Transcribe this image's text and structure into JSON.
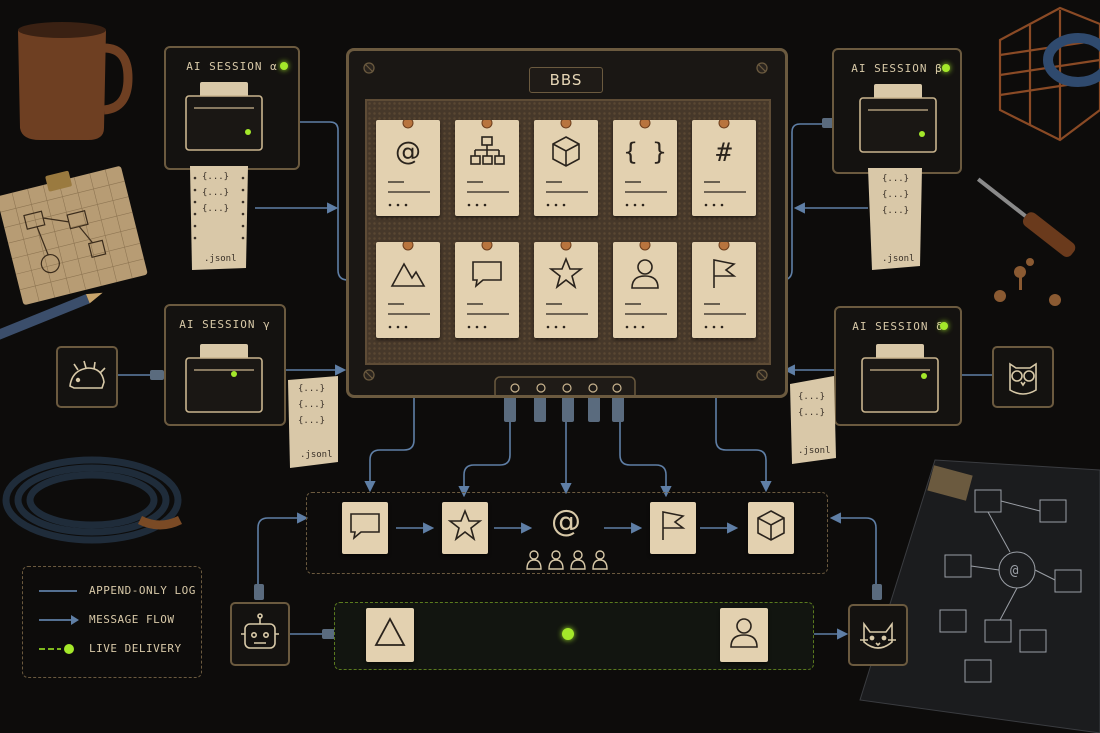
{
  "board": {
    "title": "BBS",
    "cards": [
      {
        "icon": "at-icon"
      },
      {
        "icon": "hierarchy-icon"
      },
      {
        "icon": "cube-icon"
      },
      {
        "icon": "braces-icon"
      },
      {
        "icon": "hash-icon"
      },
      {
        "icon": "mountain-icon"
      },
      {
        "icon": "speech-bubble-icon"
      },
      {
        "icon": "star-icon"
      },
      {
        "icon": "person-icon"
      },
      {
        "icon": "flag-icon"
      }
    ]
  },
  "sessions": [
    {
      "id": "alpha",
      "label": "AI SESSION α",
      "log": "{...}\n{...}\n{...}\n.jsonl"
    },
    {
      "id": "beta",
      "label": "AI SESSION β",
      "log": "{...}\n{...}\n{...}\n.jsonl"
    },
    {
      "id": "gamma",
      "label": "AI SESSION γ",
      "log": "{...}\n{...}\n{...}\n.jsonl"
    },
    {
      "id": "delta",
      "label": "AI SESSION δ",
      "log": "{...}\n{...}\n.jsonl"
    }
  ],
  "jsonl_label": ".jsonl",
  "log_entry": "{...}",
  "agents": {
    "hedgehog": "hedgehog-icon",
    "owl": "owl-icon",
    "robot": "robot-icon",
    "cat": "cat-icon"
  },
  "flow_row": {
    "docs": [
      "speech-bubble-icon",
      "star-icon",
      "flag-icon",
      "cube-icon"
    ],
    "hub": "@",
    "people_count": 4
  },
  "live_row": {
    "docs": [
      "triangle-icon",
      "person-icon"
    ]
  },
  "legend": {
    "append_only": "APPEND-ONLY LOG",
    "message_flow": "MESSAGE FLOW",
    "live_delivery": "LIVE DELIVERY"
  },
  "colors": {
    "background": "#0d0c0b",
    "frame": "#6b5a3f",
    "paper": "#e3d1b0",
    "flow_line": "#5f7fa6",
    "live": "#a4e82a",
    "cork": "#4a3b2a"
  }
}
